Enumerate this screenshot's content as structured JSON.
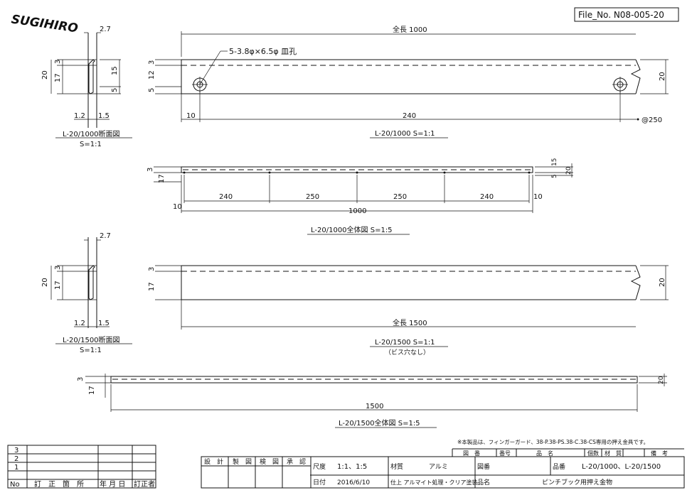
{
  "header": {
    "file_no": "File_No.  N08-005-20",
    "logo_text": "SUGIHIRO"
  },
  "top": {
    "section_dims": {
      "d27": "2.7",
      "d20": "20",
      "d17": "17",
      "d3": "3",
      "d15": "15",
      "d5": "5",
      "d12": "1.2",
      "d15b": "1.5"
    },
    "section_caption": "L-20/1000断面図",
    "section_scale": "S=1:1",
    "total_length": "全長 1000",
    "hole_note": "5-3.8φ×6.5φ 皿孔",
    "left_dims": {
      "d3": "3",
      "d12": "12",
      "d5": "5"
    },
    "right_dim": "20",
    "d10": "10",
    "d240": "240",
    "pitch": "@250",
    "caption": "L-20/1000 S=1:1"
  },
  "overall_1000": {
    "d3": "3",
    "d17": "17",
    "d15": "15",
    "d5": "5",
    "d20": "20",
    "spans": [
      "240",
      "250",
      "250",
      "240"
    ],
    "d10_left": "10",
    "d10_right": "10",
    "total": "1000",
    "caption": "L-20/1000全体図 S=1:5"
  },
  "mid": {
    "section_dims": {
      "d27": "2.7",
      "d20": "20",
      "d17": "17",
      "d3": "3",
      "d12": "1.2",
      "d15": "1.5"
    },
    "section_caption": "L-20/1500断面図",
    "section_scale": "S=1:1",
    "left_dims": {
      "d3": "3",
      "d17": "17"
    },
    "right_dim": "20",
    "total_length": "全長 1500",
    "caption": "L-20/1500 S=1:1",
    "caption_note": "（ビス穴なし）"
  },
  "overall_1500": {
    "d3": "3",
    "d17": "17",
    "d20": "20",
    "total": "1500",
    "caption": "L-20/1500全体図 S=1:5"
  },
  "note": "※本製品は、フィンガーガード、38-P.38-PS.38-C.38-CS専用の押え金具です。",
  "revisions": {
    "rows": [
      "3",
      "2",
      "1"
    ],
    "headers": {
      "no": "No",
      "place": "訂　正　箇　所",
      "date": "年 月 日",
      "person": "訂正者"
    }
  },
  "titleblock": {
    "design": "設　計",
    "drafting": "製　図",
    "check": "検　図",
    "approve": "承　認",
    "scale_label": "尺度",
    "scale_value": "1:1、1:5",
    "material_label": "材質",
    "material_value": "アルミ",
    "drawing_label": "図番",
    "product_label": "品番",
    "product_value": "L-20/1000、L-20/1500",
    "date_label": "日付",
    "date_value": "2016/6/10",
    "finish": "仕上 アルマイト処理・クリア塗装",
    "name_label": "品名",
    "name_value": "ピンチブック用押え金物",
    "list_headers": [
      "図　番",
      "番号",
      "品　名",
      "個数",
      "材　質",
      "備　考"
    ]
  }
}
